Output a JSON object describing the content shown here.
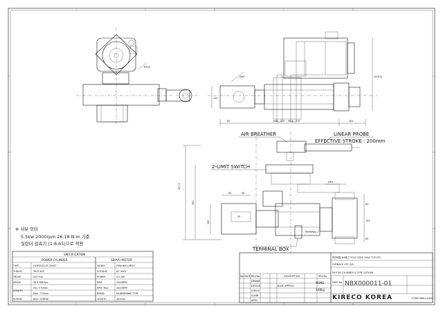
{
  "dims": {
    "r250": "R250",
    "phi63": "Ø63",
    "d120": "120",
    "d455": "(455.5)",
    "d65": "65",
    "min_max": "MIN : 570 ~ MAX : 770",
    "d304": "304",
    "d4075": "407.5",
    "d350": "350",
    "d180": "180",
    "d90": "90",
    "d55": "55",
    "d83": "83",
    "d195": "195"
  },
  "labels": {
    "air_breather": "AIR BREATHER",
    "linear_probe": "LINEAR PROBE",
    "effective_stroke": "EFFECTIVE STROKE : 200mm",
    "limit_switch": "2-LIMIT SWITCH",
    "terminal_box": "TERMINAL BOX",
    "terminal_note": "TERMINAL 2"
  },
  "notes": {
    "title": "※ 서보 모터",
    "line1": "5.5kw 2000rpm 26.18 N.m 기준",
    "line2": "실린더 감속기 (1:8.65)으로 적용"
  },
  "spec": {
    "title": "SPECIFICATION",
    "cyl_header": "POWER CYLINDER",
    "motor_header": "SERVO MOTOR",
    "cyl": [
      {
        "label": "TYPE",
        "value": "CWPSVS3.5T-200ST"
      },
      {
        "label": "THRUST",
        "value": "3500 KGf"
      },
      {
        "label": "TROKE",
        "value": "200 mm"
      },
      {
        "label": "SPEED",
        "value": "38.5 MM/Sec"
      },
      {
        "label": "LENGTH",
        "value": "Min. 570mm"
      },
      {
        "label": "",
        "value": "Max. 770mm"
      },
      {
        "label": "SCREW",
        "value": "BALL SCREW"
      }
    ],
    "motor": [
      {
        "label": "MODEL",
        "value": "FMAHN55-PB10"
      },
      {
        "label": "VOLTAGE",
        "value": "AC 440V"
      },
      {
        "label": "POWER",
        "value": "5.5 KW"
      },
      {
        "label": "RPM",
        "value": "2000RPM"
      },
      {
        "label": "RPM. Max.",
        "value": "3000RPM"
      },
      {
        "label": "BRAKE",
        "value": "N1860BRAKE TYPE"
      },
      {
        "label": "LENGTH",
        "value": "350mm"
      }
    ]
  },
  "title_block": {
    "korean_title": "현대제철 #4용선 2CAL 소둔로 2040 TOP CPC",
    "furnace": "FURNACE CPC D/S",
    "drawing_name": "MOTOR CYLINDER G TYPE OUTLINE",
    "scale": "NONE",
    "weight": "148kg",
    "dwg_label": "DWG No.",
    "dwg_no": "NBX000011-01",
    "company": "KIRECO KOREA",
    "form_code": "FORM NBX-01/002"
  },
  "revision": {
    "headers": [
      "No.",
      "DATE",
      "REV.No.",
      "",
      "DESCRIPTION",
      "",
      "REV.No."
    ],
    "rows": [
      [
        "DRAWN",
        "",
        "",
        ""
      ],
      [
        "DESIGN",
        "",
        "",
        "BASE APPROX"
      ],
      [
        "CHECK",
        "",
        "",
        ""
      ],
      [
        "CLIMB",
        "",
        "",
        ""
      ],
      [
        "APPR",
        "",
        "",
        ""
      ]
    ]
  }
}
